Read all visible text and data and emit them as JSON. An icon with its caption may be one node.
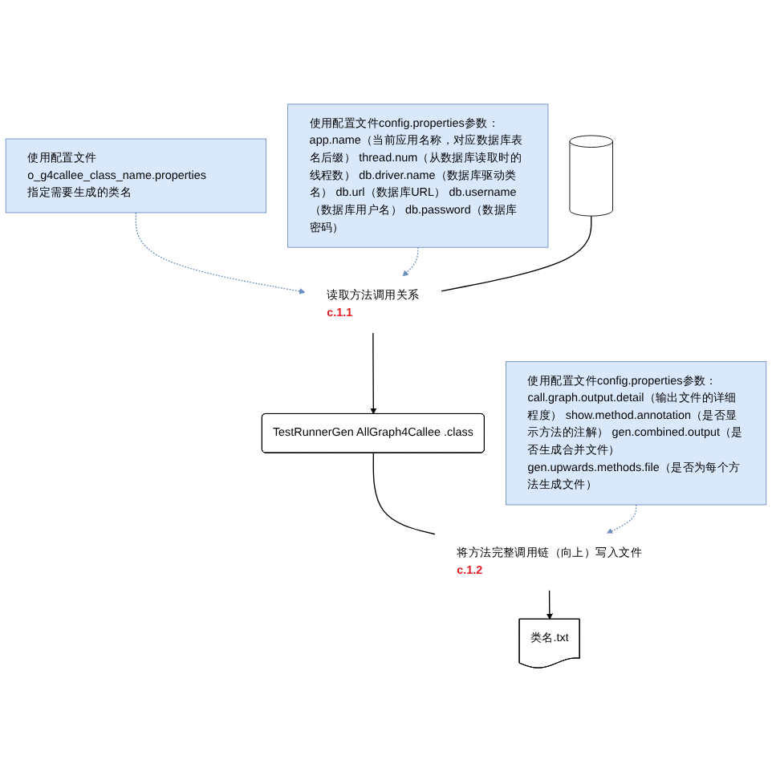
{
  "diagram": {
    "nodes": [
      {
        "text": [
          "使用配置文件o_g4callee_class_name.properties",
          "指定需要生成的类名"
        ]
      },
      {
        "text": [
          "使用配置文件config.properties参数：",
          "app.name（当前应用名称，对应数据库表名后缀） thread.num（从数据库读取时的线程数） db.driver.name（数据库驱动类名） db.url（数据库URL） db.username（数据库用户名） db.password（数据库密码）"
        ]
      },
      {
        "text": [],
        "shape": "cylinder"
      },
      {
        "text": [
          "读取方法调用关系",
          "c.1.1"
        ]
      },
      {
        "text": [
          "TestRunnerGen AllGraph4Callee .class"
        ]
      },
      {
        "text": [
          "将方法完整调用链（向上）写入文件",
          "c.1.2"
        ]
      },
      {
        "text": [
          "使用配置文件config.properties参数：",
          "call.graph.output.detail（输出文件的详细程度） show.method.annotation（是否显示方法的注解） gen.combined.output（是否生成合并文件） gen.upwards.methods.file（是否为每个方法生成文件）"
        ]
      },
      {
        "text": [
          "类名.txt"
        ]
      }
    ],
    "edges": [
      {
        "from": 0,
        "to": 3,
        "arrow": "to",
        "style": "dashed",
        "color": "#6c8ebf"
      },
      {
        "from": 1,
        "to": 3,
        "arrow": "to",
        "style": "dashed",
        "color": "#6c8ebf"
      },
      {
        "from": 2,
        "to": 3,
        "arrow": "none"
      },
      {
        "from": 3,
        "to": 4,
        "arrow": "to"
      },
      {
        "from": 4,
        "to": 5,
        "arrow": "none"
      },
      {
        "from": 5,
        "to": 7,
        "arrow": "to"
      },
      {
        "from": 6,
        "to": 5,
        "arrow": "to",
        "style": "dashed",
        "color": "#6c8ebf"
      }
    ]
  }
}
